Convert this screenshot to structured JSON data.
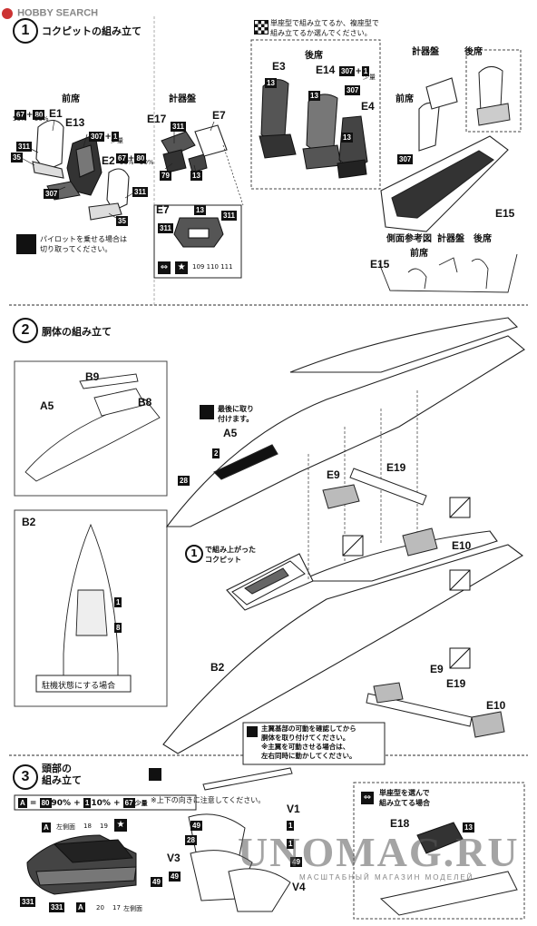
{
  "header": {
    "logo": "HOBBY SEARCH"
  },
  "step1": {
    "num": "1",
    "title": "コクピットの組み立て",
    "front_seat": "前席",
    "instrument": "計器盤",
    "e1": "E1",
    "e13": "E13",
    "e2": "E2",
    "e17": "E17",
    "e7": "E7",
    "p35a": "35",
    "p311a": "311",
    "p307a": "307",
    "p311b": "311",
    "p35b": "35",
    "p311c": "311",
    "p79": "79",
    "p13a": "13",
    "mix1_a": "67",
    "mix1_b": "80",
    "mix1_pa": "50%",
    "mix1_pb": "50%",
    "mix2_a": "307",
    "mix2_b": "1",
    "mix2_note": "少量",
    "mix3_a": "67",
    "mix3_b": "80",
    "mix3_pa": "50%",
    "mix3_pb": "50%",
    "pilot_note": "パイロットを乗せる場合は\n切り取ってください。",
    "e7box_label": "E7",
    "e7box_13": "13",
    "e7box_311a": "311",
    "e7box_311b": "311",
    "e7box_n1": "109",
    "e7box_n2": "110",
    "e7box_n3": "111",
    "seat_note": "単座型で組み立てるか、複座型で\n組み立てるか選んでください。",
    "rear_seat": "後席",
    "e3": "E3",
    "e14": "E14",
    "e4": "E4",
    "p13b": "13",
    "p13c": "13",
    "p13d": "13",
    "p307b": "307",
    "mix4_a": "307",
    "mix4_b": "1",
    "mix4_note": "少量",
    "inst2": "計器盤",
    "rear2": "後席",
    "front2": "前席",
    "p307c": "307",
    "e15": "E15",
    "side_ref": "側面参考図",
    "e15b": "E15",
    "inst3": "計器盤",
    "rear3": "後席",
    "front3": "前席"
  },
  "step2": {
    "num": "2",
    "title": "胴体の組み立て",
    "b9": "B9",
    "a5": "A5",
    "b8": "B8",
    "last_note": "最後に取り\n付けます。",
    "a5b": "A5",
    "p2": "2",
    "p28": "28",
    "e9": "E9",
    "e19": "E19",
    "e10": "E10",
    "b2": "B2",
    "p1": "1",
    "p8": "8",
    "parked": "駐機状態にする場合",
    "cockpit_note": "で組み上がった\nコクピット",
    "cockpit_num": "1",
    "b2b": "B2",
    "e9b": "E9",
    "e19b": "E19",
    "e10b": "E10",
    "wing_note": "主翼基部の可動を確認してから\n胴体を取り付けてください。\n※主翼を可動させる場合は、\n左右同時に動かしてください。"
  },
  "step3": {
    "num": "3",
    "title": "頭部の\n組み立て",
    "mix_a": "A",
    "mix_80": "80",
    "mix_p80": "90%",
    "mix_1": "1",
    "mix_p1": "10%",
    "mix_67": "67",
    "mix_note": "少量",
    "updown_note": "※上下の向きに注意してください。",
    "v1": "V1",
    "v3": "V3",
    "v4": "V4",
    "p49a": "49",
    "p28": "28",
    "p49b": "49",
    "p1a": "1",
    "p1b": "1",
    "p49c": "49",
    "p49d": "49",
    "left_side": "左側面",
    "n18": "18",
    "n19": "19",
    "a1": "A",
    "a2": "A",
    "p331a": "331",
    "p331b": "331",
    "n20": "20",
    "n17": "17",
    "left_side2": "左側面",
    "single_note": "単座型を選んで\n組み立てる場合",
    "e18": "E18",
    "p13": "13"
  },
  "watermark": {
    "main": "UNOMAG.RU",
    "sub": "МАСШТАБНЫЙ МАГАЗИН МОДЕЛЕЙ"
  }
}
